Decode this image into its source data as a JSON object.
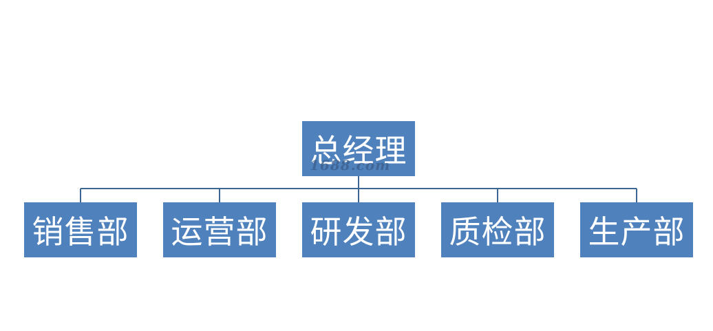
{
  "org_chart": {
    "root": {
      "label": "总经理"
    },
    "children": [
      {
        "label": "销售部"
      },
      {
        "label": "运营部"
      },
      {
        "label": "研发部"
      },
      {
        "label": "质检部"
      },
      {
        "label": "生产部"
      }
    ]
  },
  "watermark": {
    "text": "1688.com"
  },
  "colors": {
    "node_fill": "#4f81bd",
    "node_text": "#ffffff",
    "connector": "#3b6694",
    "background": "#ffffff"
  }
}
